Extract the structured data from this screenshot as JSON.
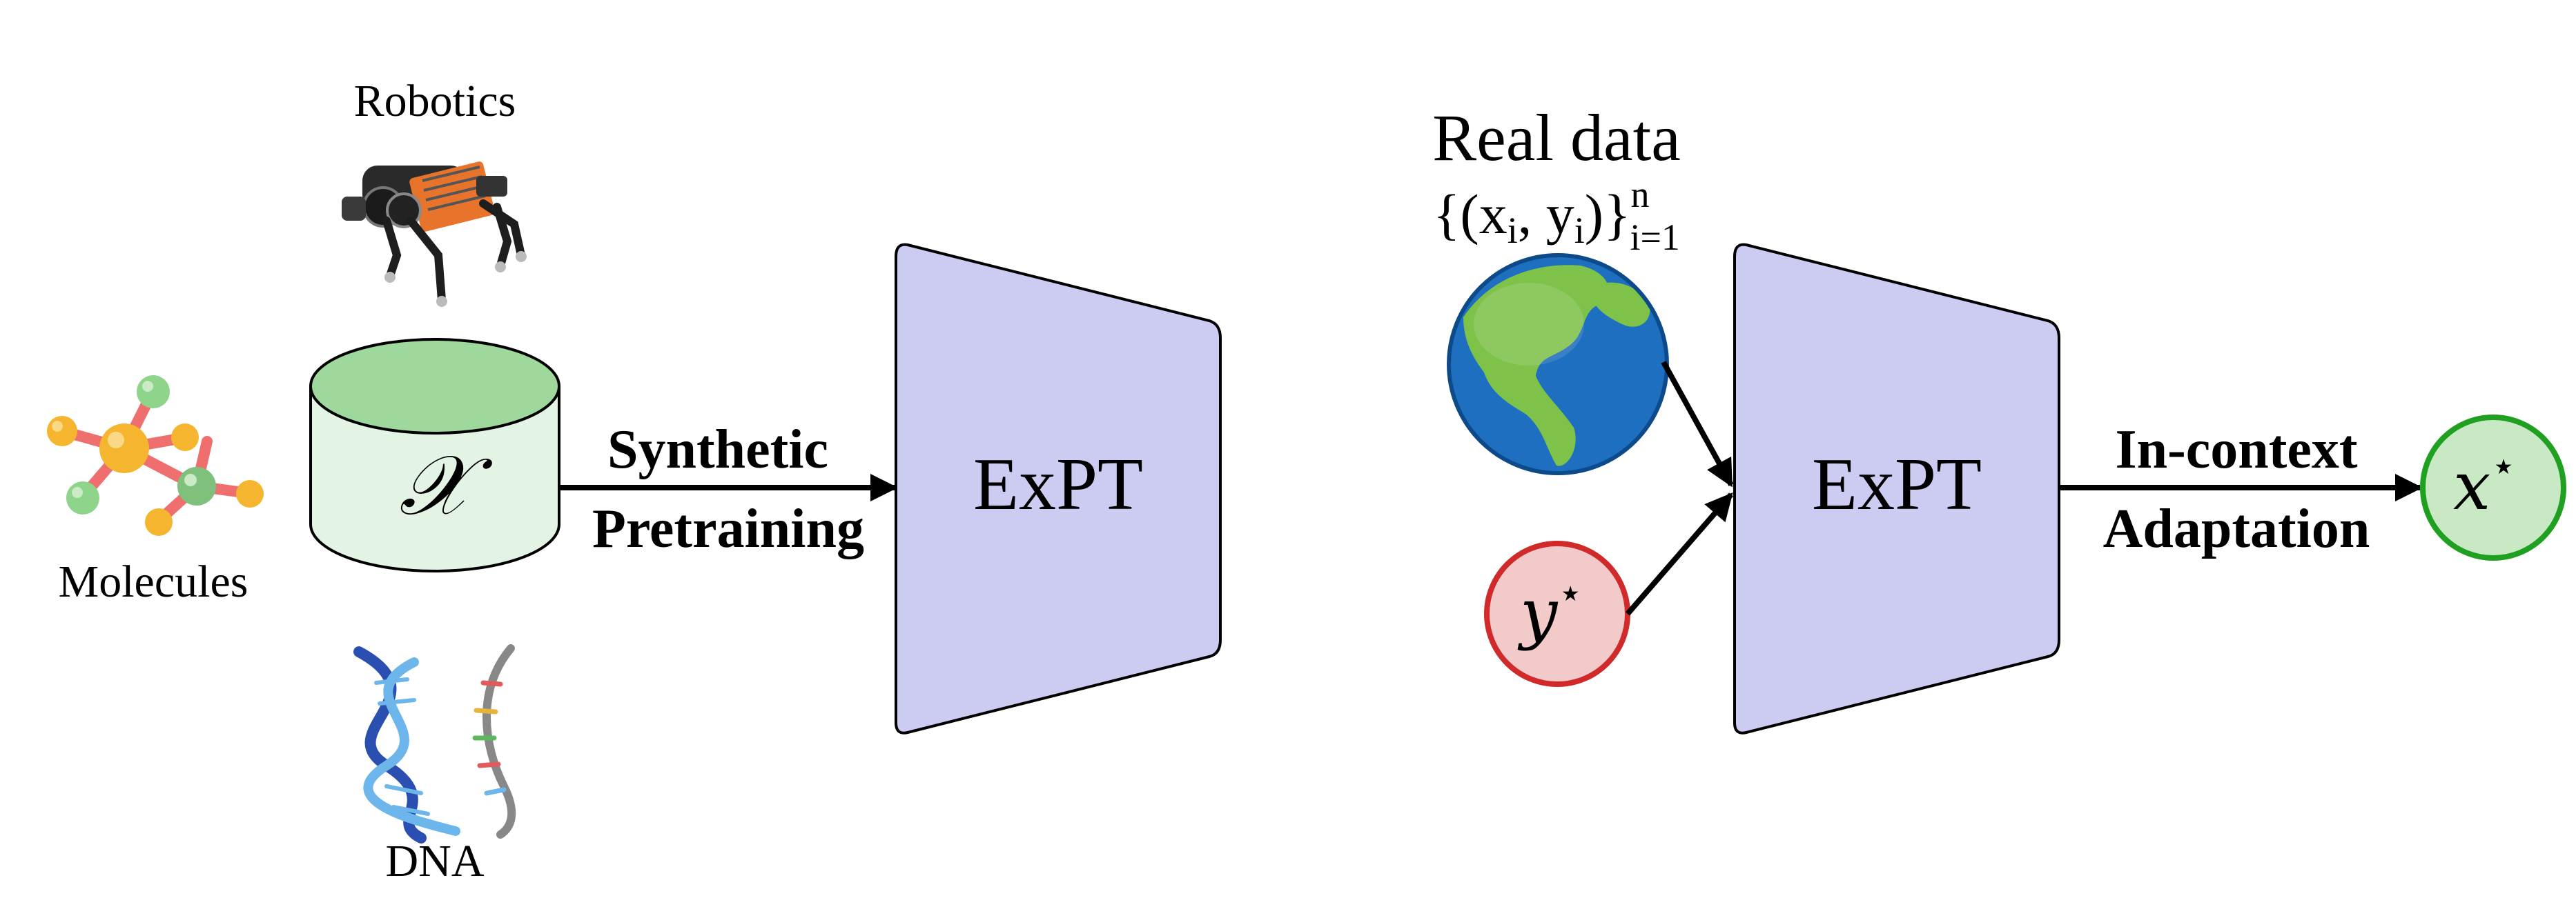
{
  "left_panel": {
    "labels": {
      "robotics": "Robotics",
      "molecules": "Molecules",
      "dna": "DNA"
    },
    "database": {
      "symbol": "𝒳"
    },
    "arrow_label": {
      "line1": "Synthetic",
      "line2": "Pretraining"
    },
    "model": {
      "label": "ExPT"
    }
  },
  "right_panel": {
    "real_data": {
      "title": "Real data",
      "formula_set": "{(x",
      "formula_i": "i",
      "formula_mid": ", y",
      "formula_i2": "i",
      "formula_close": ")}",
      "formula_sup": "n",
      "formula_sub": "i=1"
    },
    "target_node": {
      "symbol": "y",
      "star": "⋆"
    },
    "model": {
      "label": "ExPT"
    },
    "arrow_label": {
      "line1": "In-context",
      "line2": "Adaptation"
    },
    "output_node": {
      "symbol": "x",
      "star": "⋆"
    }
  },
  "colors": {
    "trapezoid_fill": "#ccccf2",
    "db_fill": "#e4f4e4",
    "db_top": "#9fd89c",
    "target_fill": "#f3caca",
    "target_stroke": "#d12a2a",
    "output_fill": "#c9e9c5",
    "output_stroke": "#20a020",
    "globe_ocean": "#1f6fc0",
    "globe_land": "#7ec24a"
  },
  "icons": [
    "robot-dog-icon",
    "molecule-icon",
    "dna-helix-icon",
    "globe-icon"
  ]
}
